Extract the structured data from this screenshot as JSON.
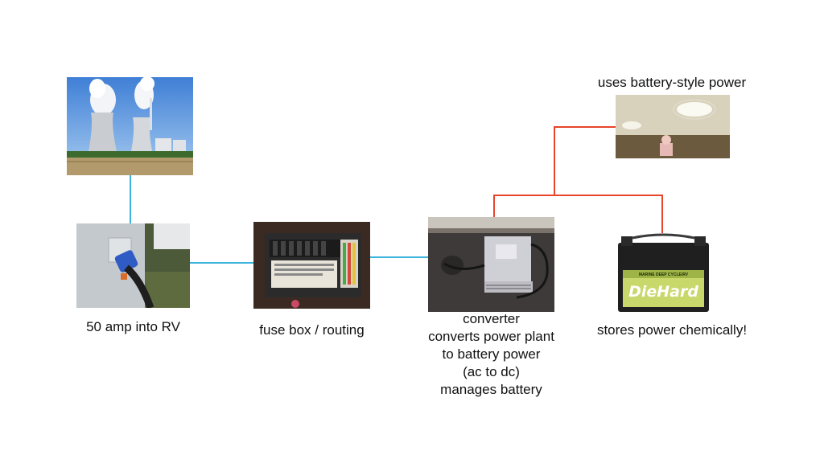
{
  "labels": {
    "plug": "50 amp into RV",
    "fuse_box": "fuse box / routing",
    "converter": [
      "converter",
      "converts power plant",
      "to battery power",
      "(ac to dc)",
      "manages battery"
    ],
    "battery": "stores power chemically!",
    "lights": "uses battery-style power",
    "battery_brand": "DieHard",
    "battery_sub": "MARINE DEEP CYCLE/RV"
  },
  "colors": {
    "ac_line": "#3cb4dc",
    "dc_line": "#e8452a"
  },
  "icons": [
    "power-plant-photo",
    "rv-plug-photo",
    "fuse-box-photo",
    "converter-photo",
    "battery-photo",
    "ceiling-light-photo"
  ]
}
